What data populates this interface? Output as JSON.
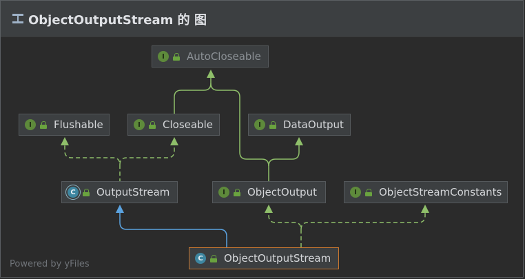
{
  "title": {
    "text": "ObjectOutputStream 的 图",
    "icon": "hierarchy-icon"
  },
  "nodes": {
    "autocloseable": {
      "label": "AutoCloseable",
      "kind": "interface",
      "badge": "I"
    },
    "flushable": {
      "label": "Flushable",
      "kind": "interface",
      "badge": "I"
    },
    "closeable": {
      "label": "Closeable",
      "kind": "interface",
      "badge": "I"
    },
    "dataoutput": {
      "label": "DataOutput",
      "kind": "interface",
      "badge": "I"
    },
    "outputstream": {
      "label": "OutputStream",
      "kind": "abstract-class",
      "badge": "C"
    },
    "objectoutput": {
      "label": "ObjectOutput",
      "kind": "interface",
      "badge": "I"
    },
    "objectstreamconstants": {
      "label": "ObjectStreamConstants",
      "kind": "interface",
      "badge": "I"
    },
    "objectoutputstream": {
      "label": "ObjectOutputStream",
      "kind": "class",
      "badge": "C",
      "selected": true
    }
  },
  "edges": [
    {
      "from": "closeable",
      "to": "autocloseable",
      "type": "extends"
    },
    {
      "from": "objectoutput",
      "to": "autocloseable",
      "type": "extends"
    },
    {
      "from": "objectoutput",
      "to": "dataoutput",
      "type": "extends"
    },
    {
      "from": "outputstream",
      "to": "flushable",
      "type": "implements"
    },
    {
      "from": "outputstream",
      "to": "closeable",
      "type": "implements"
    },
    {
      "from": "objectoutputstream",
      "to": "outputstream",
      "type": "class-extends"
    },
    {
      "from": "objectoutputstream",
      "to": "objectoutput",
      "type": "implements"
    },
    {
      "from": "objectoutputstream",
      "to": "objectstreamconstants",
      "type": "implements"
    }
  ],
  "colors": {
    "interface_edge": "#8fbf6a",
    "class_edge": "#5ba3e0",
    "selection": "#c9772f"
  },
  "footer": {
    "text": "Powered by yFiles"
  }
}
